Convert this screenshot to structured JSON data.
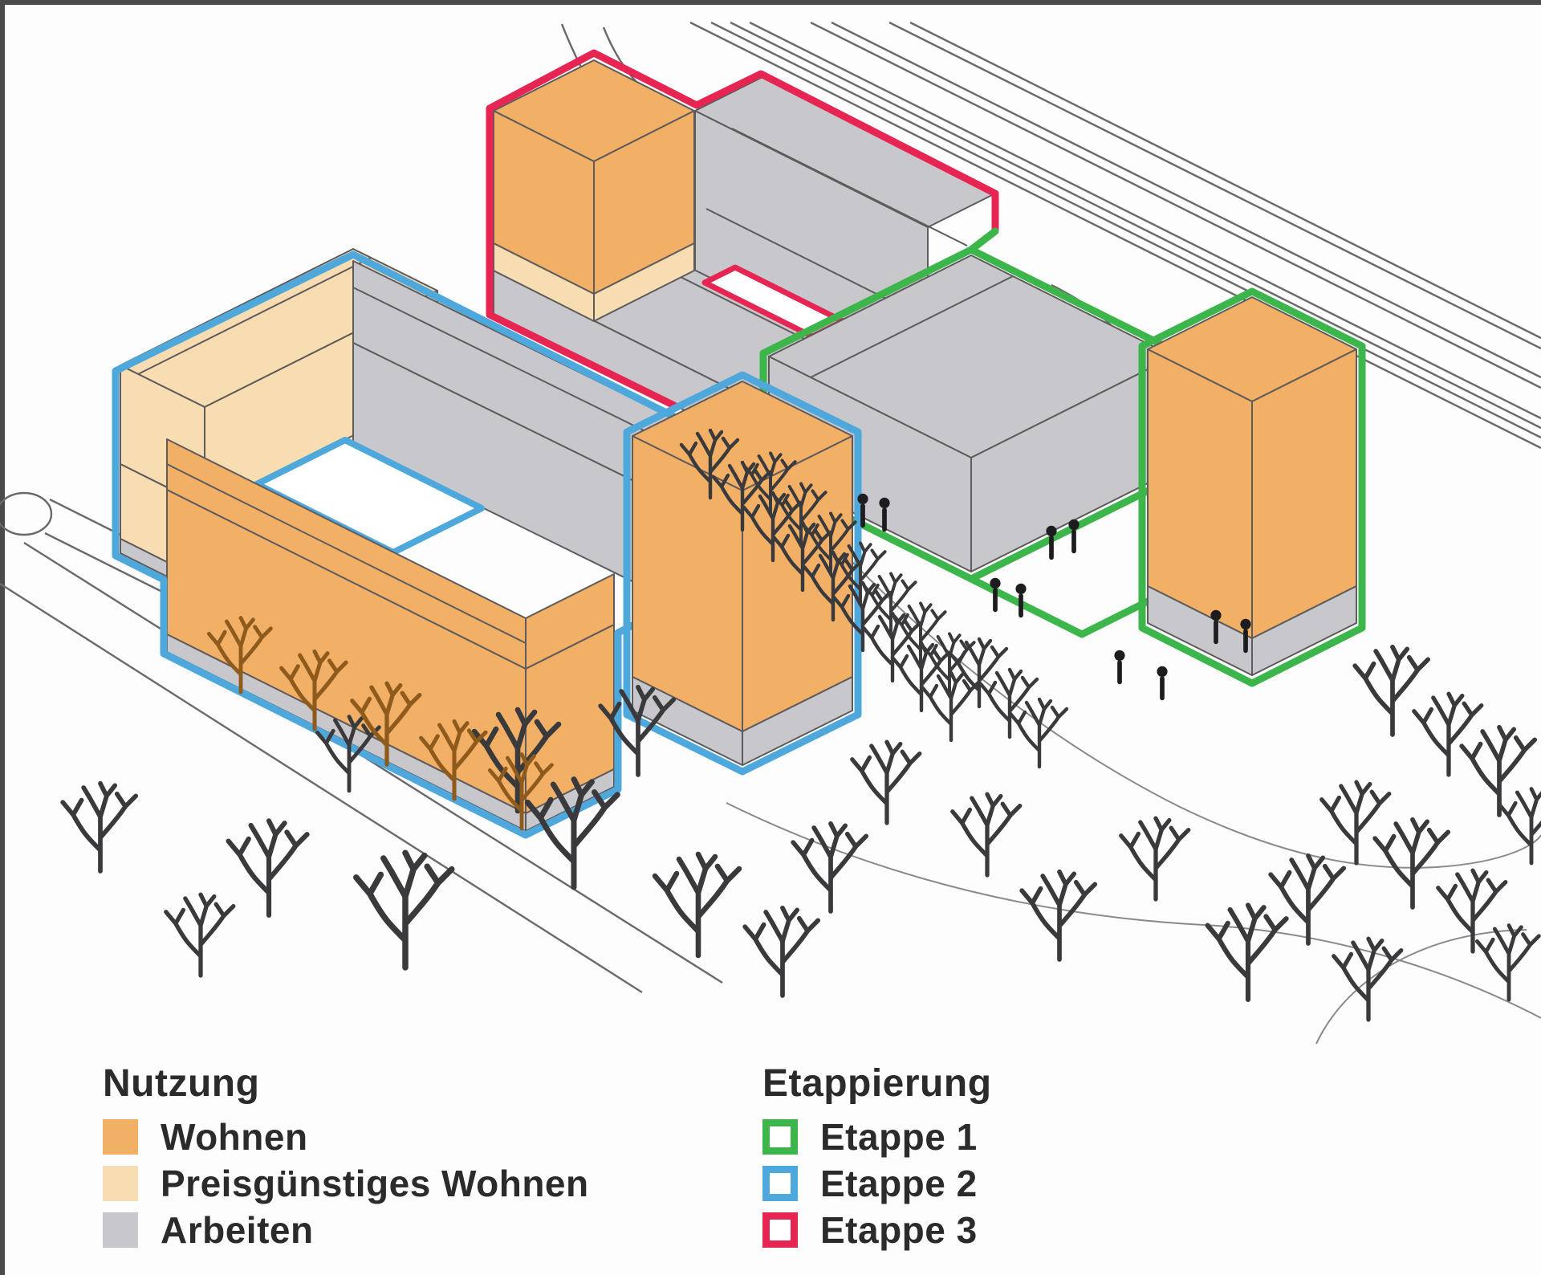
{
  "legend_nutzung": {
    "title": "Nutzung",
    "items": [
      {
        "label": "Wohnen",
        "color": "#F2AF66"
      },
      {
        "label": "Preisgünstiges Wohnen",
        "color": "#F8DCB2"
      },
      {
        "label": "Arbeiten",
        "color": "#C8C7CC"
      }
    ]
  },
  "legend_etappierung": {
    "title": "Etappierung",
    "items": [
      {
        "label": "Etappe 1",
        "color": "#3CB54B"
      },
      {
        "label": "Etappe 2",
        "color": "#4FA8DC"
      },
      {
        "label": "Etappe 3",
        "color": "#E62553"
      }
    ]
  },
  "colors": {
    "wohnen": "#F2AF66",
    "preisguenstig": "#F8DCB2",
    "arbeiten": "#C8C7CC",
    "etappe1": "#3CB54B",
    "etappe2": "#4FA8DC",
    "etappe3": "#E62553",
    "edge": "#5E5B5C",
    "road": "#6A6A6C",
    "tree": "#3A3A3C",
    "tree_brown": "#8F5B1D",
    "people": "#1D1D1F",
    "text": "#2B2B2B",
    "frame": "#4A4A4A",
    "paper": "#FDFDFD"
  }
}
